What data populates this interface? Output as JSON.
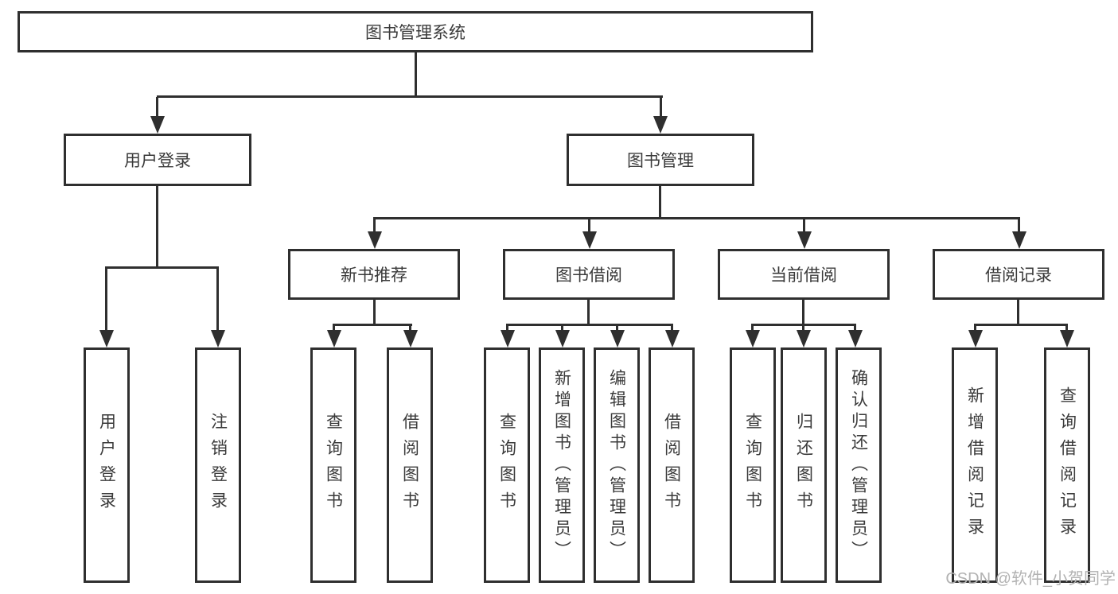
{
  "tree": {
    "root": {
      "label": "图书管理系统",
      "children": [
        {
          "label": "用户登录",
          "children": [
            {
              "label": "用户登录"
            },
            {
              "label": "注销登录"
            }
          ]
        },
        {
          "label": "图书管理",
          "children": [
            {
              "label": "新书推荐",
              "children": [
                {
                  "label": "查询图书"
                },
                {
                  "label": "借阅图书"
                }
              ]
            },
            {
              "label": "图书借阅",
              "children": [
                {
                  "label": "查询图书"
                },
                {
                  "label": "新增图书（管理员）"
                },
                {
                  "label": "编辑图书（管理员）"
                },
                {
                  "label": "借阅图书"
                }
              ]
            },
            {
              "label": "当前借阅",
              "children": [
                {
                  "label": "查询图书"
                },
                {
                  "label": "归还图书"
                },
                {
                  "label": "确认归还（管理员）"
                }
              ]
            },
            {
              "label": "借阅记录",
              "children": [
                {
                  "label": "新增借阅记录"
                },
                {
                  "label": "查询借阅记录"
                }
              ]
            }
          ]
        }
      ]
    }
  },
  "watermark": {
    "text": "CSDN @软件_小贺同学"
  },
  "colors": {
    "line": "#2f2f2f",
    "text": "#3a3a3a",
    "watermark": "#b2b2b2",
    "bg": "#ffffff"
  }
}
